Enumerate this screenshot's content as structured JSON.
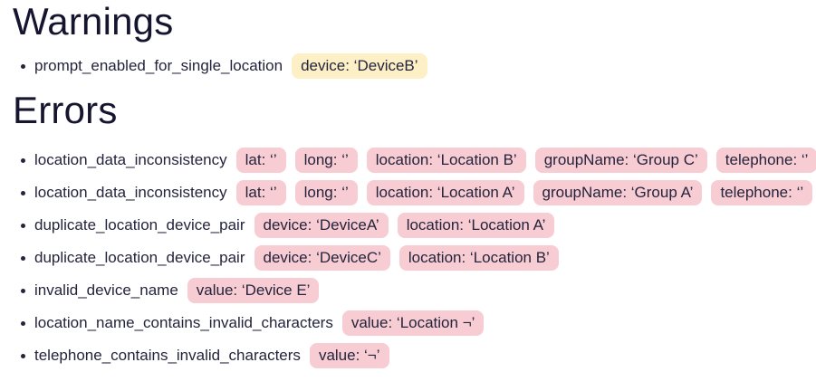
{
  "colors": {
    "heading": "#15152f",
    "body": "#24243c",
    "warning_badge_bg": "#fdf0c6",
    "error_badge_bg": "#f8ccd3",
    "page_bg": "#ffffff"
  },
  "sections": [
    {
      "title": "Warnings",
      "badge_type": "warning",
      "items": [
        {
          "code": "prompt_enabled_for_single_location",
          "badges": [
            "device: ‘DeviceB’"
          ]
        }
      ]
    },
    {
      "title": "Errors",
      "badge_type": "error",
      "items": [
        {
          "code": "location_data_inconsistency",
          "badges": [
            "lat: ‘’",
            "long: ‘’",
            "location: ‘Location B’",
            "groupName: ‘Group C’",
            "telephone: ‘’"
          ]
        },
        {
          "code": "location_data_inconsistency",
          "badges": [
            "lat: ‘’",
            "long: ‘’",
            "location: ‘Location A’",
            "groupName: ‘Group A’",
            "telephone: ‘’"
          ]
        },
        {
          "code": "duplicate_location_device_pair",
          "badges": [
            "device: ‘DeviceA’",
            "location: ‘Location A’"
          ]
        },
        {
          "code": "duplicate_location_device_pair",
          "badges": [
            "device: ‘DeviceC’",
            "location: ‘Location B’"
          ]
        },
        {
          "code": "invalid_device_name",
          "badges": [
            "value: ‘Device E’"
          ]
        },
        {
          "code": "location_name_contains_invalid_characters",
          "badges": [
            "value: ‘Location ¬’"
          ]
        },
        {
          "code": "telephone_contains_invalid_characters",
          "badges": [
            "value: ‘¬’"
          ]
        }
      ]
    }
  ]
}
